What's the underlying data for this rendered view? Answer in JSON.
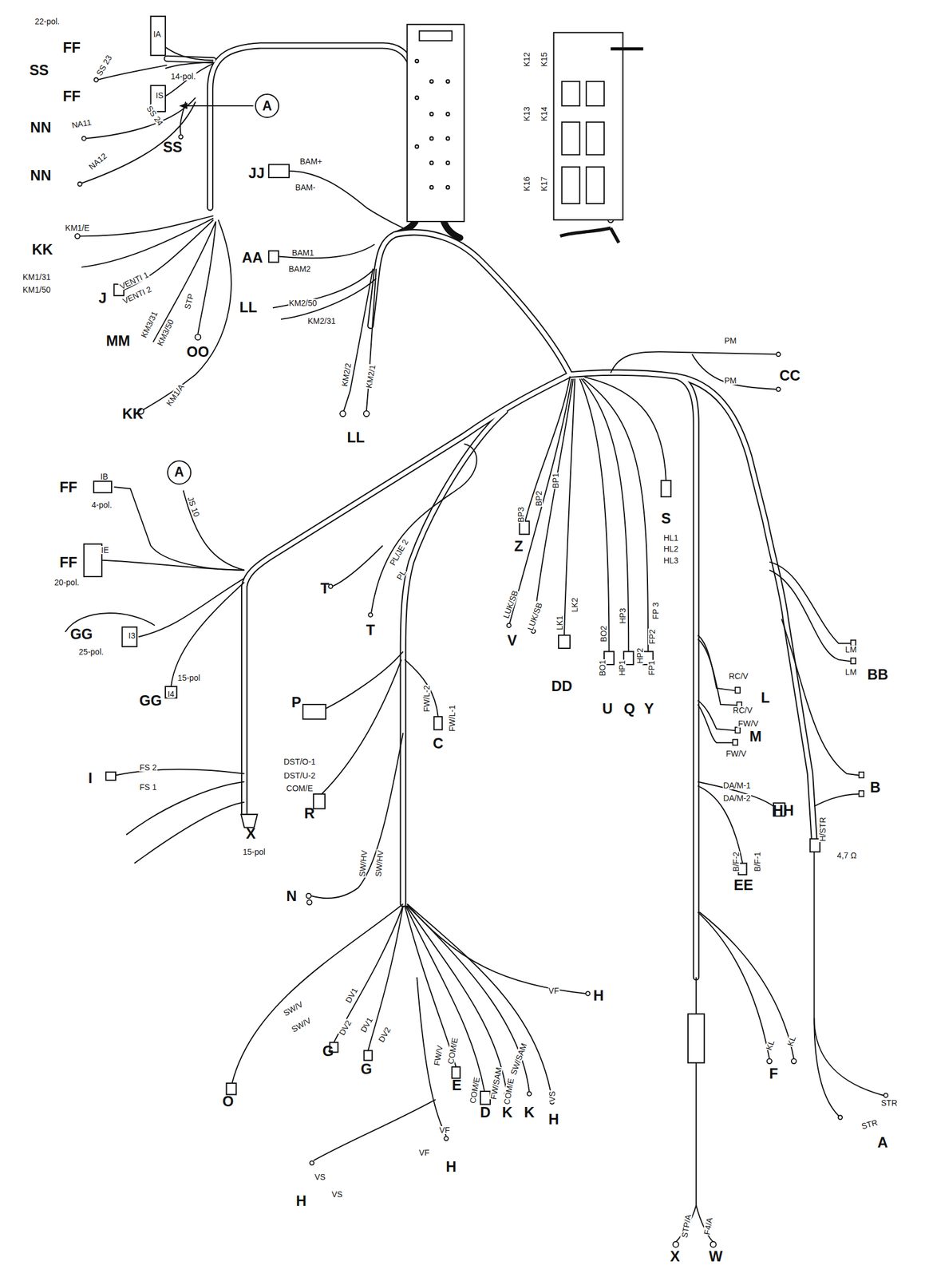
{
  "diagram": {
    "nodes": [
      {
        "text": [
          "A"
        ]
      },
      {
        "text": [
          "A"
        ]
      }
    ],
    "labels": [
      "22-pol.",
      "IA",
      "FF",
      "SS 23",
      "SS",
      "14-pol.",
      "FF",
      "IS",
      "SS 24",
      "SS",
      "NN",
      "NA11",
      "NA12",
      "NN",
      "JJ",
      "BAM+",
      "BAM-",
      "KK",
      "KM1/E",
      "KM1/31",
      "KM1/50",
      "J",
      "VENTI 1",
      "VENTI 2",
      "MM",
      "KM3/31",
      "KM3/50",
      "STP",
      "OO",
      "KK",
      "KM1/A",
      "AA",
      "BAM1",
      "BAM2",
      "LL",
      "KM2/50",
      "KM2/31",
      "KM2/2",
      "KM2/1",
      "LL",
      "K12",
      "K15",
      "K13",
      "K14",
      "K16",
      "K17",
      "PM",
      "PM",
      "CC",
      "FF",
      "IB",
      "4-pol.",
      "JS 10",
      "FF",
      "IE",
      "20-pol.",
      "GG",
      "I3",
      "25-pol.",
      "15-pol",
      "I4",
      "GG",
      "I",
      "FS 2",
      "FS 1",
      "X",
      "15-pol",
      "T",
      "PL/JE 2",
      "PL",
      "T",
      "BP3",
      "BP2",
      "BP1",
      "Z",
      "LUK/SB",
      "LUK/SB",
      "V",
      "LK1",
      "LK2",
      "DD",
      "BO1",
      "BO2",
      "HP1",
      "HP2",
      "HP3",
      "FP1",
      "FP2",
      "FP 3",
      "U",
      "Q",
      "Y",
      "S",
      "HL1",
      "HL2",
      "HL3",
      "P",
      "FW/L-2",
      "C",
      "FW/L-1",
      "DST/O-1",
      "DST/U-2",
      "COM/E",
      "R",
      "SW/HV",
      "SW/HV",
      "N",
      "SW/V",
      "SW/V",
      "O",
      "DV1",
      "DV2",
      "DV1",
      "DV2",
      "G",
      "G",
      "FW/V",
      "COM/E",
      "E",
      "COM/E",
      "FW/SAM",
      "COM/E",
      "SW/SAM",
      "D",
      "K",
      "K",
      "VS",
      "H",
      "VF",
      "H",
      "VF",
      "VF",
      "H",
      "VS",
      "VS",
      "H",
      "RC/V",
      "RC/V",
      "L",
      "FW/V",
      "M",
      "FW/V",
      "DA/M-1",
      "DA/M-2",
      "HH",
      "B/F-2",
      "B/F-1",
      "EE",
      "LM",
      "LM",
      "BB",
      "B",
      "H/STR",
      "4,7 Ω",
      "STR",
      "STR",
      "A",
      "KL",
      "KL",
      "F",
      "STP/A",
      "F4/A",
      "X",
      "W"
    ]
  }
}
